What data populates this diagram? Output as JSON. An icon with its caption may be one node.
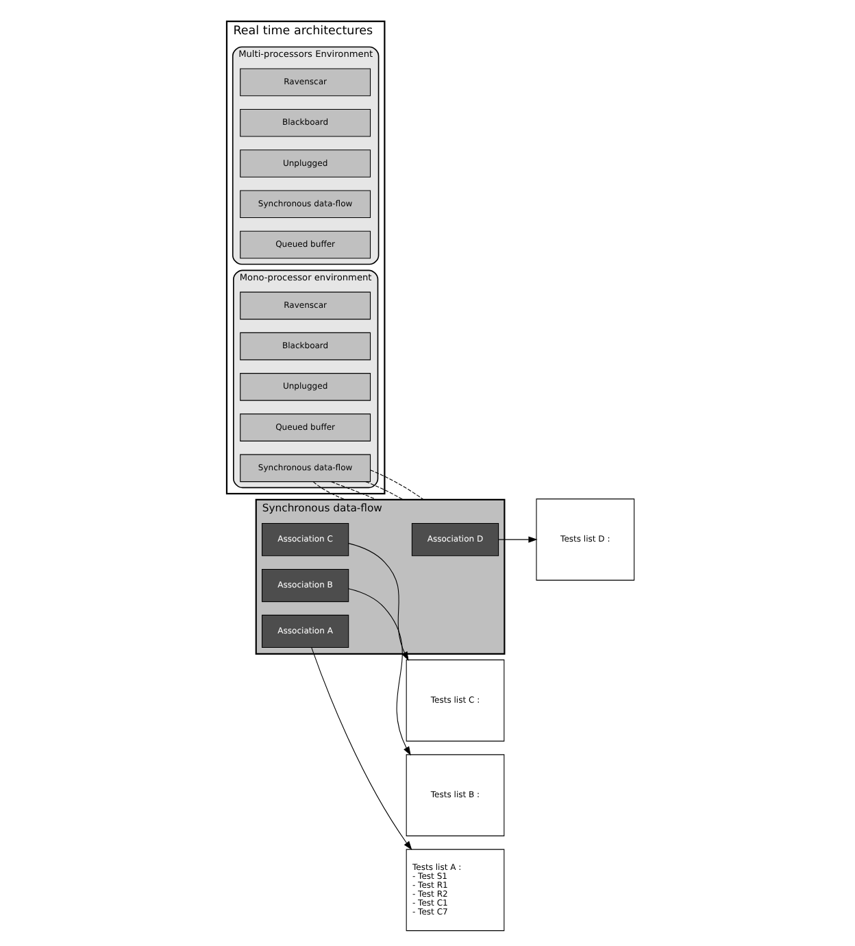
{
  "diagram": {
    "nodes": [
      {
        "text": [
          "Real time architectures"
        ]
      },
      {
        "text": [
          "Multi-processors Environment"
        ],
        "in": 0
      },
      {
        "text": [
          "Ravenscar"
        ],
        "in": 1
      },
      {
        "text": [
          "Blackboard"
        ],
        "in": 1
      },
      {
        "text": [
          "Unplugged"
        ],
        "in": 1
      },
      {
        "text": [
          "Synchronous data-flow"
        ],
        "in": 1
      },
      {
        "text": [
          "Queued buffer"
        ],
        "in": 1
      },
      {
        "text": [
          "Mono-processor environment"
        ],
        "in": 0
      },
      {
        "text": [
          "Ravenscar"
        ],
        "in": 7
      },
      {
        "text": [
          "Blackboard"
        ],
        "in": 7
      },
      {
        "text": [
          "Unplugged"
        ],
        "in": 7
      },
      {
        "text": [
          "Queued buffer"
        ],
        "in": 7
      },
      {
        "text": [
          "Synchronous data-flow"
        ],
        "in": 7
      },
      {
        "text": [
          "Synchronous data-flow"
        ]
      },
      {
        "text": [
          "Association D"
        ],
        "in": 13
      },
      {
        "text": [
          "Association C"
        ],
        "in": 13
      },
      {
        "text": [
          "Association B"
        ],
        "in": 13
      },
      {
        "text": [
          "Association A"
        ],
        "in": 13
      },
      {
        "text": [
          "Tests list D :"
        ]
      },
      {
        "text": [
          "Tests list C :"
        ]
      },
      {
        "text": [
          "Tests list B :"
        ]
      },
      {
        "text": [
          "Tests list A :",
          "- Test S1",
          "- Test R1",
          "- Test R2",
          "- Test C1",
          "- Test C7"
        ]
      }
    ],
    "edges": [
      {
        "from": 12,
        "to": 13,
        "arrow": "none",
        "style": "dashed"
      },
      {
        "from": 12,
        "to": 13,
        "arrow": "none",
        "style": "dashed"
      },
      {
        "from": 12,
        "to": 13,
        "arrow": "none",
        "style": "dashed"
      },
      {
        "from": 12,
        "to": 13,
        "arrow": "none",
        "style": "dashed"
      },
      {
        "from": 14,
        "to": 18,
        "arrow": "to"
      },
      {
        "from": 15,
        "to": 19,
        "arrow": "to"
      },
      {
        "from": 16,
        "to": 20,
        "arrow": "to"
      },
      {
        "from": 17,
        "to": 21,
        "arrow": "to"
      }
    ]
  }
}
